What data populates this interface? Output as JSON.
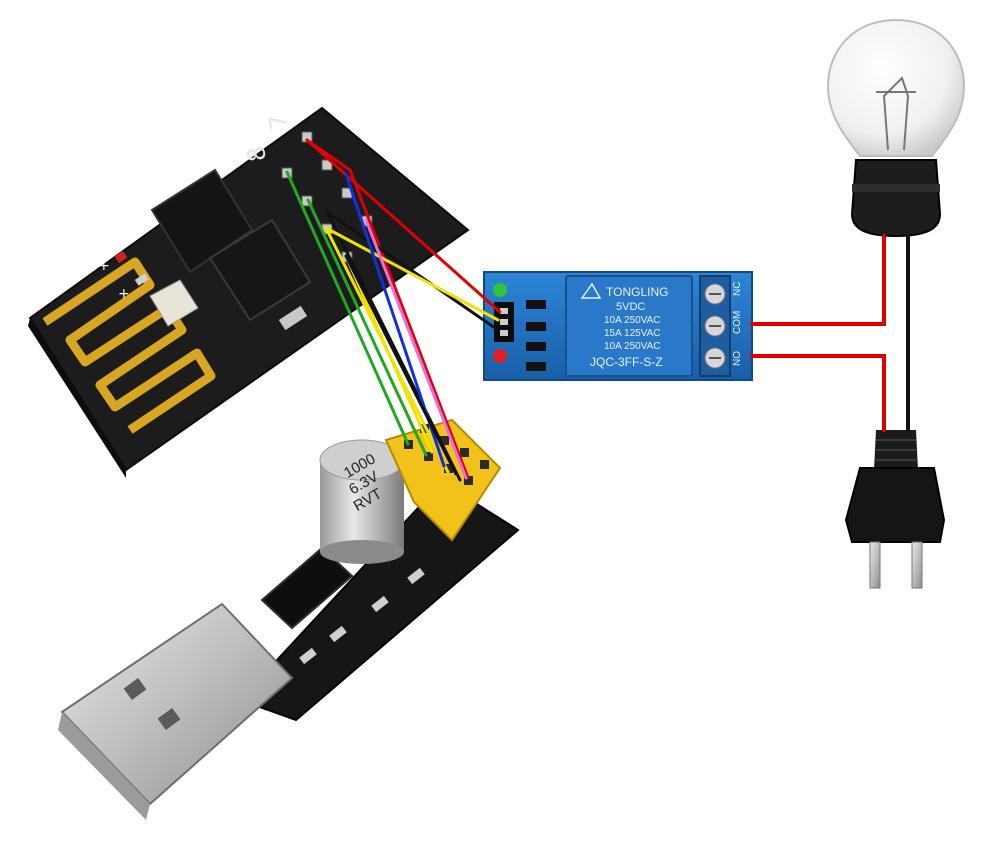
{
  "esp_module": {
    "pin_labels": [
      "7",
      "8"
    ],
    "plus_marks": [
      "+",
      "+"
    ]
  },
  "capacitor": {
    "line1": "1000",
    "line2": "6.3V",
    "line3": "RVT"
  },
  "relay": {
    "brand": "TONGLING",
    "voltage": "5VDC",
    "rating1": "10A 250VAC",
    "rating2": "15A 125VAC",
    "rating3": "10A 250VAC",
    "model": "JQC-3FF-S-Z",
    "terminal_nc": "NC",
    "terminal_com": "COM",
    "terminal_no": "NO"
  },
  "colors": {
    "wire_red": "#e00000",
    "wire_black": "#111111",
    "wire_green": "#22a820",
    "wire_yellow": "#f2e200",
    "wire_blue": "#1030e0",
    "wire_violet": "#e070e0",
    "relay_board": "#1e6fc0",
    "pcb": "#1c1c1c",
    "gold": "#d8a623",
    "header_yellow": "#f3c21a"
  }
}
